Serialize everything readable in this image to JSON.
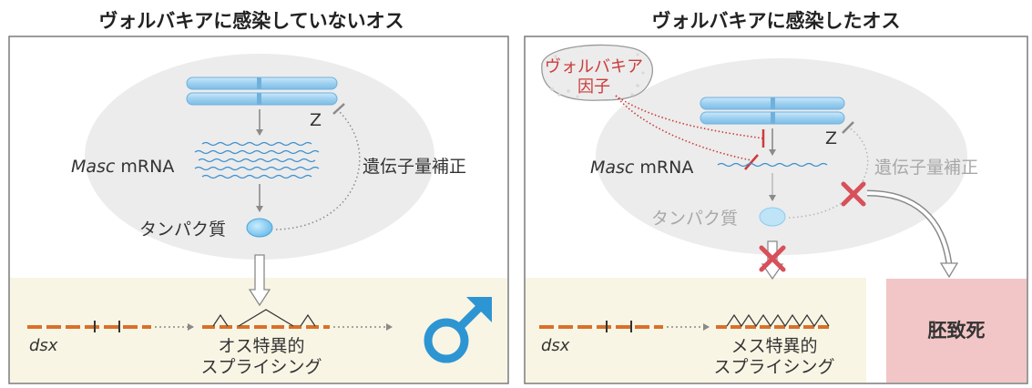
{
  "left": {
    "title": "ヴォルバキアに感染していないオス",
    "z_label": "Z",
    "masc_italic": "Masc",
    "mrna": "mRNA",
    "dosage": "遺伝子量補正",
    "protein": "タンパク質",
    "dsx": "dsx",
    "splice_line1": "オス特異的",
    "splice_line2": "スプライシング",
    "male_symbol": "♂"
  },
  "right": {
    "title": "ヴォルバキアに感染したオス",
    "wolbachia_line1": "ヴォルバキア",
    "wolbachia_line2": "因子",
    "z_label": "Z",
    "masc_italic": "Masc",
    "mrna": "mRNA",
    "dosage": "遺伝子量補正",
    "protein": "タンパク質",
    "dsx": "dsx",
    "splice_line1": "メス特異的",
    "splice_line2": "スプライシング",
    "lethal": "胚致死"
  },
  "colors": {
    "frame": "#7a7a7a",
    "cell": "#ececec",
    "nucleus_bg": "#f8f5e4",
    "chromosome": "#9dd0f0",
    "mrna": "#3a8fcf",
    "protein": "#7cc6ee",
    "dsx": "#d9702a",
    "inhibit_red": "#cc3b3b",
    "cross_red": "#d8505a",
    "lethal_bg": "#f2c6c6",
    "male_blue": "#2e95d3"
  }
}
